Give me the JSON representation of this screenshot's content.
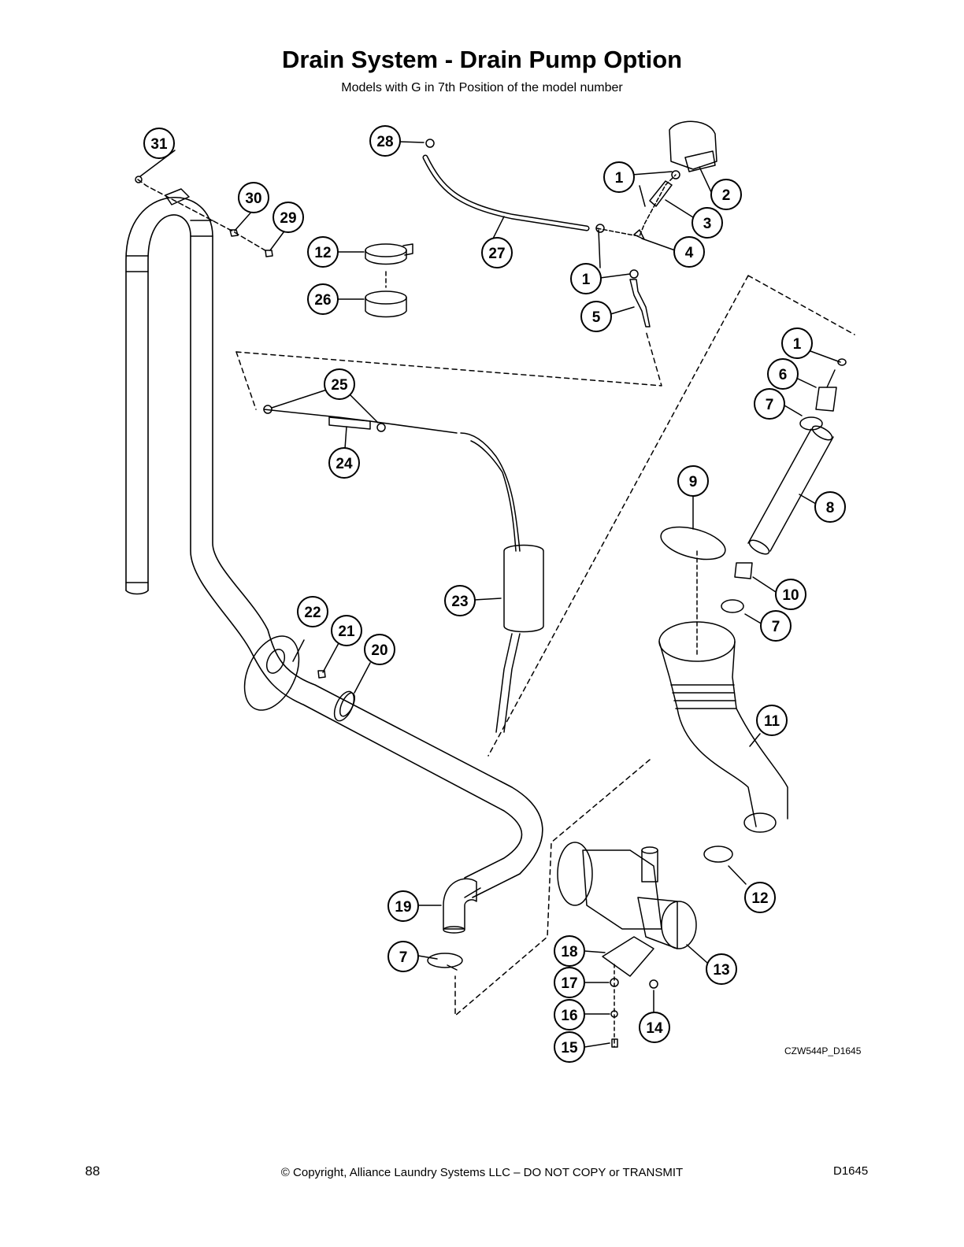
{
  "title": "Drain System - Drain Pump Option",
  "subtitle": "Models with G in 7th Position of the model number",
  "callouts": [
    "31",
    "28",
    "30",
    "29",
    "1",
    "2",
    "3",
    "4",
    "12",
    "27",
    "26",
    "1",
    "5",
    "1",
    "6",
    "7",
    "25",
    "24",
    "9",
    "8",
    "10",
    "23",
    "22",
    "21",
    "20",
    "7",
    "11",
    "12",
    "19",
    "7",
    "18",
    "13",
    "17",
    "14",
    "16",
    "15"
  ],
  "drawing_code": "CZW544P_D1645",
  "footer": {
    "page_number": "88",
    "copyright": "© Copyright, Alliance Laundry Systems LLC – DO NOT COPY or TRANSMIT",
    "doc_code": "D1645"
  }
}
